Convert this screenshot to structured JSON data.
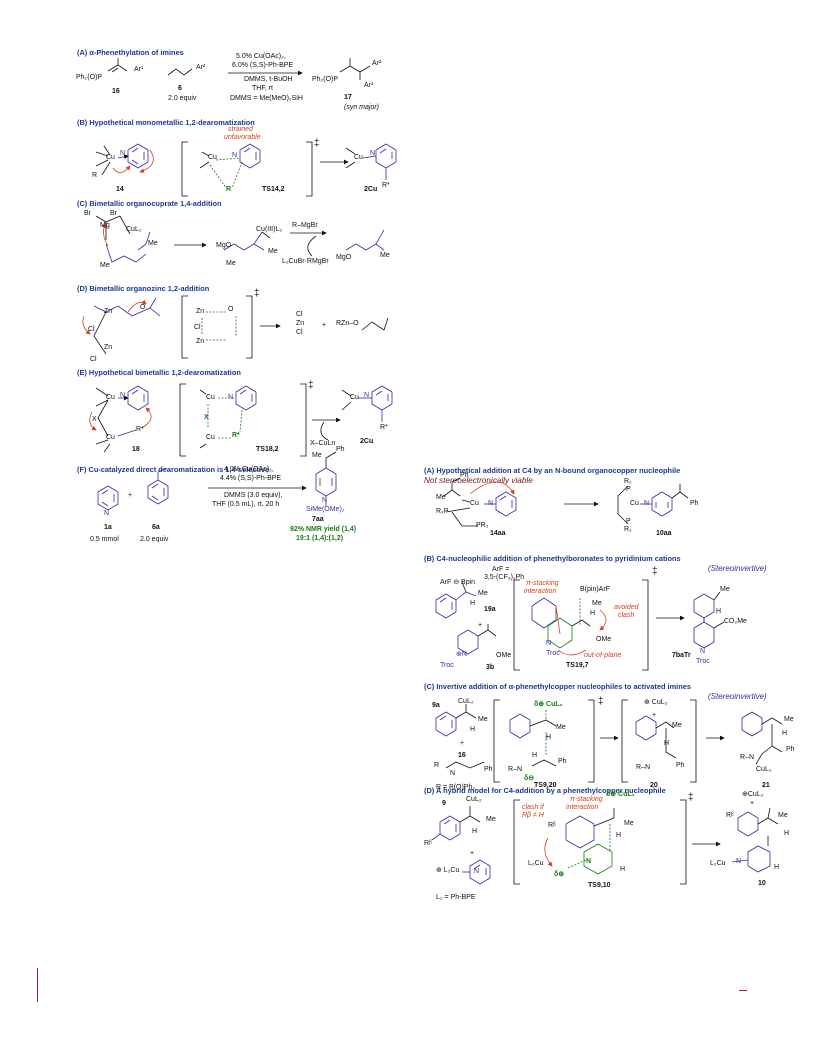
{
  "sections": {
    "A": {
      "title": "(A) α-Phenethylation of imines"
    },
    "B": {
      "title": "(B) Hypothetical monometallic 1,2-dearomatization"
    },
    "C": {
      "title": "(C) Bimetallic organocuprate 1,4-addition"
    },
    "D": {
      "title": "(D) Bimetallic organozinc 1,2-addition"
    },
    "E": {
      "title": "(E) Hypothetical bimetallic 1,2-dearomatization"
    },
    "F": {
      "title": "(F) Cu-catalyzed direct dearomatization is 1,4-selective"
    }
  },
  "right": {
    "A": {
      "title": "(A) Hypothetical addition at C4 by an N-bound organocopper nucleophile",
      "subtitle": "Not stereoelectronically viable"
    },
    "B": {
      "title": "(B) C4-nucleophilic addition of phenethylboronates to pyridinium cations",
      "tag": "(Stereoinvertive)"
    },
    "C": {
      "title": "(C) Invertive addition of α-phenethylcopper nucleophiles to activated imines",
      "tag": "(Stereoinvertive)"
    },
    "D": {
      "title": "(D) A hybrid model for C4-addition by a phenethylcopper nucleophile"
    }
  },
  "schemeA": {
    "cond1": "5.0% Cu(OAc)₂,",
    "cond2": "6.0% (S,S)-Ph-BPE",
    "cond3": "DMMS, t-BuOH",
    "cond4": "THF, rt",
    "dmms": "DMMS = Me(MeO)₂SiH",
    "equiv": "2.0 equiv",
    "c16": "16",
    "c6": "6",
    "c17": "17",
    "synmajor": "(syn major)",
    "ph2p": "Ph₂(O)P",
    "ar1": "Ar¹",
    "ar2": "Ar²"
  },
  "schemeB": {
    "strained": "strained",
    "unfavorable": "unfavorable",
    "c14": "14",
    "ts": "TS14,2",
    "c2cu": "2Cu",
    "r": "R",
    "rstar": "R*"
  },
  "schemeC": {
    "mgbr": "R–MgBr",
    "byprod": "L₂CuBr·RMgBr",
    "cu3": "Cu(III)L₂",
    "cul2": "CuL₂"
  },
  "schemeE": {
    "c18": "18",
    "ts": "TS18,2",
    "xcul": "X–CuLn",
    "c2cu": "2Cu"
  },
  "schemeF": {
    "cond1": "4.0% Cu(OAc)₂,",
    "cond2": "4.4% (S,S)-Ph-BPE",
    "cond3": "DMMS (3.0 equiv),",
    "cond4": "THF (0.5 mL), rt, 20 h",
    "c1a": "1a",
    "c6a": "6a",
    "c7aa": "7aa",
    "mmol": "0.5 mmol",
    "equiv": "2.0 equiv",
    "yield": "92% NMR yield (1,4)",
    "ratio": "19:1 (1,4):(1,2)",
    "simeo": "SiMe(OMe)₂"
  },
  "rightA": {
    "c14aa": "14aa",
    "c10aa": "10aa"
  },
  "rightB": {
    "arf": "ArF =",
    "arfdef": "3,5-(CF₃)₂Ph",
    "pistack": "π-stacking",
    "interaction": "interaction",
    "avoided": "avoided",
    "clash": "clash",
    "oop": "out-of-plane",
    "c19a": "19a",
    "c3b": "3b",
    "ts": "TS19,7",
    "c7ba": "7baTr",
    "bpin": "B(pin)ArF",
    "co2me": "CO₂Me",
    "troc": "Troc",
    "ome": "OMe"
  },
  "rightC": {
    "c9a": "9a",
    "c16": "16",
    "rdef": "R = P(O)Ph₂",
    "ts": "TS9,20",
    "c20": "20",
    "c21": "21"
  },
  "rightD": {
    "c9": "9",
    "ts": "TS9,10",
    "c10": "10",
    "l2def": "L₂ = Ph-BPE",
    "clashif": "clash if",
    "rbeta": "Rβ ≠ H",
    "pistack": "π-stacking",
    "interaction": "interaction"
  }
}
